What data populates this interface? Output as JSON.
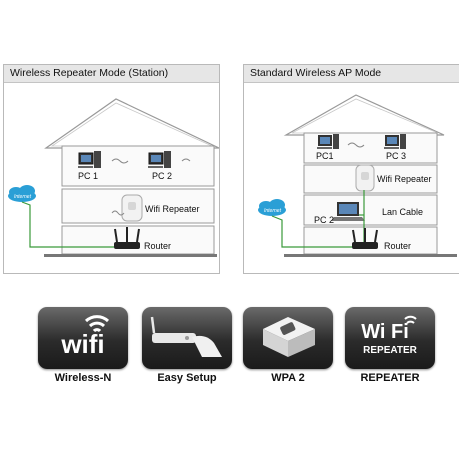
{
  "panels": [
    {
      "title": "Wireless Repeater Mode (Station)",
      "cloud_label": "Internet",
      "pc_labels": [
        "PC 1",
        "PC 2"
      ],
      "repeater_label": "Wifi Repeater",
      "router_label": "Router"
    },
    {
      "title": "Standard Wireless AP Mode",
      "cloud_label": "Internet",
      "pc_labels": [
        "PC1",
        "PC 3",
        "PC 2"
      ],
      "repeater_label": "Wifi Repeater",
      "cable_label": "Lan Cable",
      "router_label": "Router"
    }
  ],
  "features": [
    {
      "icon": "wifi-logo-icon",
      "logo_text": "wifi",
      "caption": "Wireless-N"
    },
    {
      "icon": "easy-setup-icon",
      "caption": "Easy Setup"
    },
    {
      "icon": "wpa-device-icon",
      "caption": "WPA 2"
    },
    {
      "icon": "wifi-repeater-logo-icon",
      "logo_text": "Wi Fi",
      "logo_subtext": "REPEATER",
      "caption": "REPEATER"
    }
  ],
  "colors": {
    "cloud": "#2a9fd6",
    "cable": "#3a9a3a",
    "badge": "#2b2b2b"
  }
}
